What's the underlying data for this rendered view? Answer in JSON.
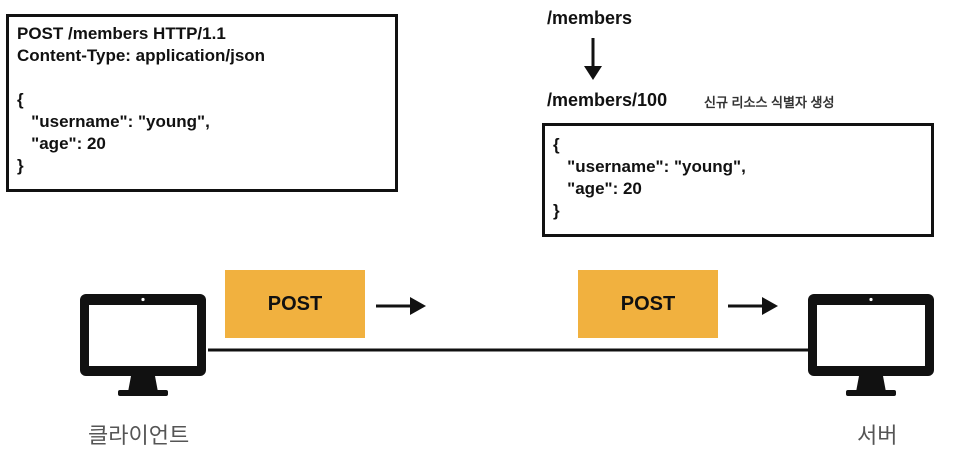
{
  "client_request": {
    "lines": [
      "POST /members HTTP/1.1",
      "Content-Type: application/json",
      "",
      "{",
      "   \"username\": \"young\",",
      "   \"age\": 20",
      "}"
    ]
  },
  "server": {
    "collection_path": "/members",
    "resource_path": "/members/100",
    "resource_note": "신규 리소스 식별자 생성",
    "resource_lines": [
      "{",
      "   \"username\": \"young\",",
      "   \"age\": 20",
      "}"
    ]
  },
  "flow": {
    "left_method": "POST",
    "right_method": "POST"
  },
  "labels": {
    "client": "클라이언트",
    "server": "서버"
  },
  "colors": {
    "post_badge": "#f1b13f",
    "ink": "#111111",
    "caption": "#555555"
  },
  "icons": {
    "client": "monitor-icon",
    "server": "monitor-icon"
  }
}
